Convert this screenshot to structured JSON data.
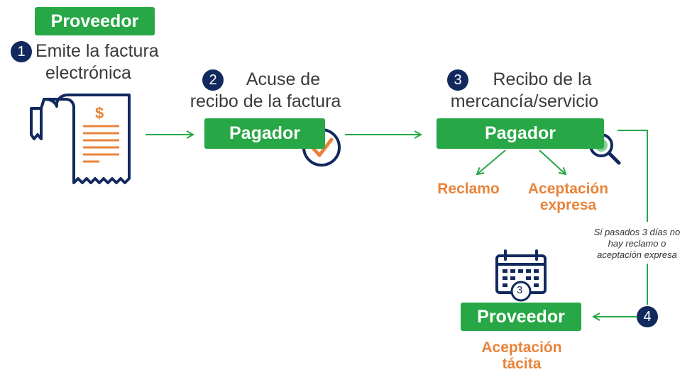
{
  "nodes": {
    "proveedor_top": "Proveedor",
    "pagador_1": "Pagador",
    "pagador_2": "Pagador",
    "proveedor_bottom": "Proveedor"
  },
  "steps": [
    {
      "number": "1",
      "line1": "Emite la factura",
      "line2": "electrónica"
    },
    {
      "number": "2",
      "line1": "Acuse de",
      "line2": "recibo de la factura"
    },
    {
      "number": "3",
      "line1": "Recibo de la",
      "line2": "mercancía/servicio"
    },
    {
      "number": "4"
    }
  ],
  "outcomes": {
    "reclamo": "Reclamo",
    "aceptacion_expresa_1": "Aceptación",
    "aceptacion_expresa_2": "expresa",
    "aceptacion_tacita_1": "Aceptación",
    "aceptacion_tacita_2": "tácita"
  },
  "note": {
    "line1": "Si pasados 3 días no",
    "line2": "hay reclamo o",
    "line3": "aceptación expresa"
  },
  "calendar_day": "3",
  "invoice_symbol": "$",
  "colors": {
    "green": "#27a745",
    "navy": "#12295e",
    "orange": "#e8833a"
  }
}
